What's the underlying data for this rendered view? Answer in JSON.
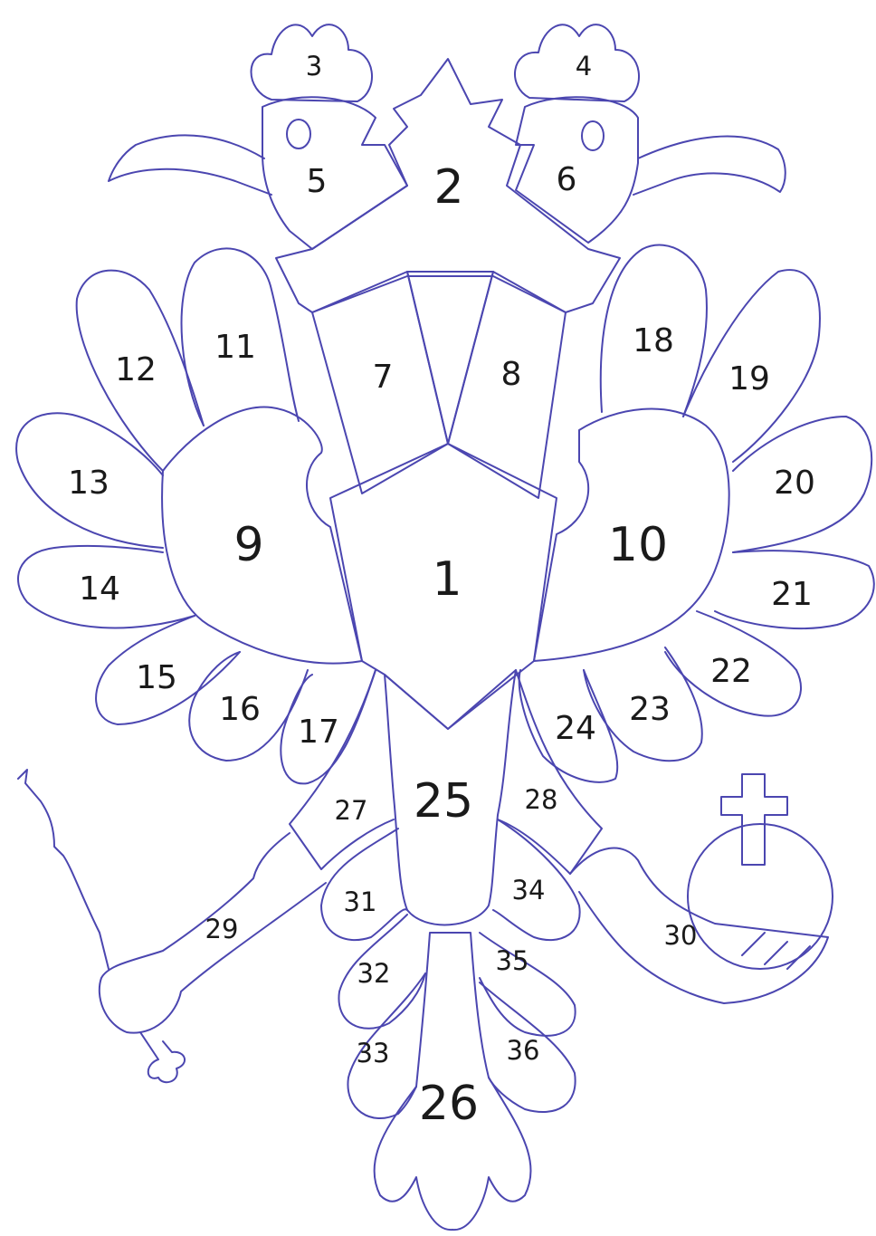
{
  "colors": {
    "outline": "#4b46b0",
    "label": "#1a1a1a"
  },
  "regions": {
    "r1": "1",
    "r2": "2",
    "r3": "3",
    "r4": "4",
    "r5": "5",
    "r6": "6",
    "r7": "7",
    "r8": "8",
    "r9": "9",
    "r10": "10",
    "r11": "11",
    "r12": "12",
    "r13": "13",
    "r14": "14",
    "r15": "15",
    "r16": "16",
    "r17": "17",
    "r18": "18",
    "r19": "19",
    "r20": "20",
    "r21": "21",
    "r22": "22",
    "r23": "23",
    "r24": "24",
    "r25": "25",
    "r26": "26",
    "r27": "27",
    "r28": "28",
    "r29": "29",
    "r30": "30",
    "r31": "31",
    "r32": "32",
    "r33": "33",
    "r34": "34",
    "r35": "35",
    "r36": "36"
  }
}
